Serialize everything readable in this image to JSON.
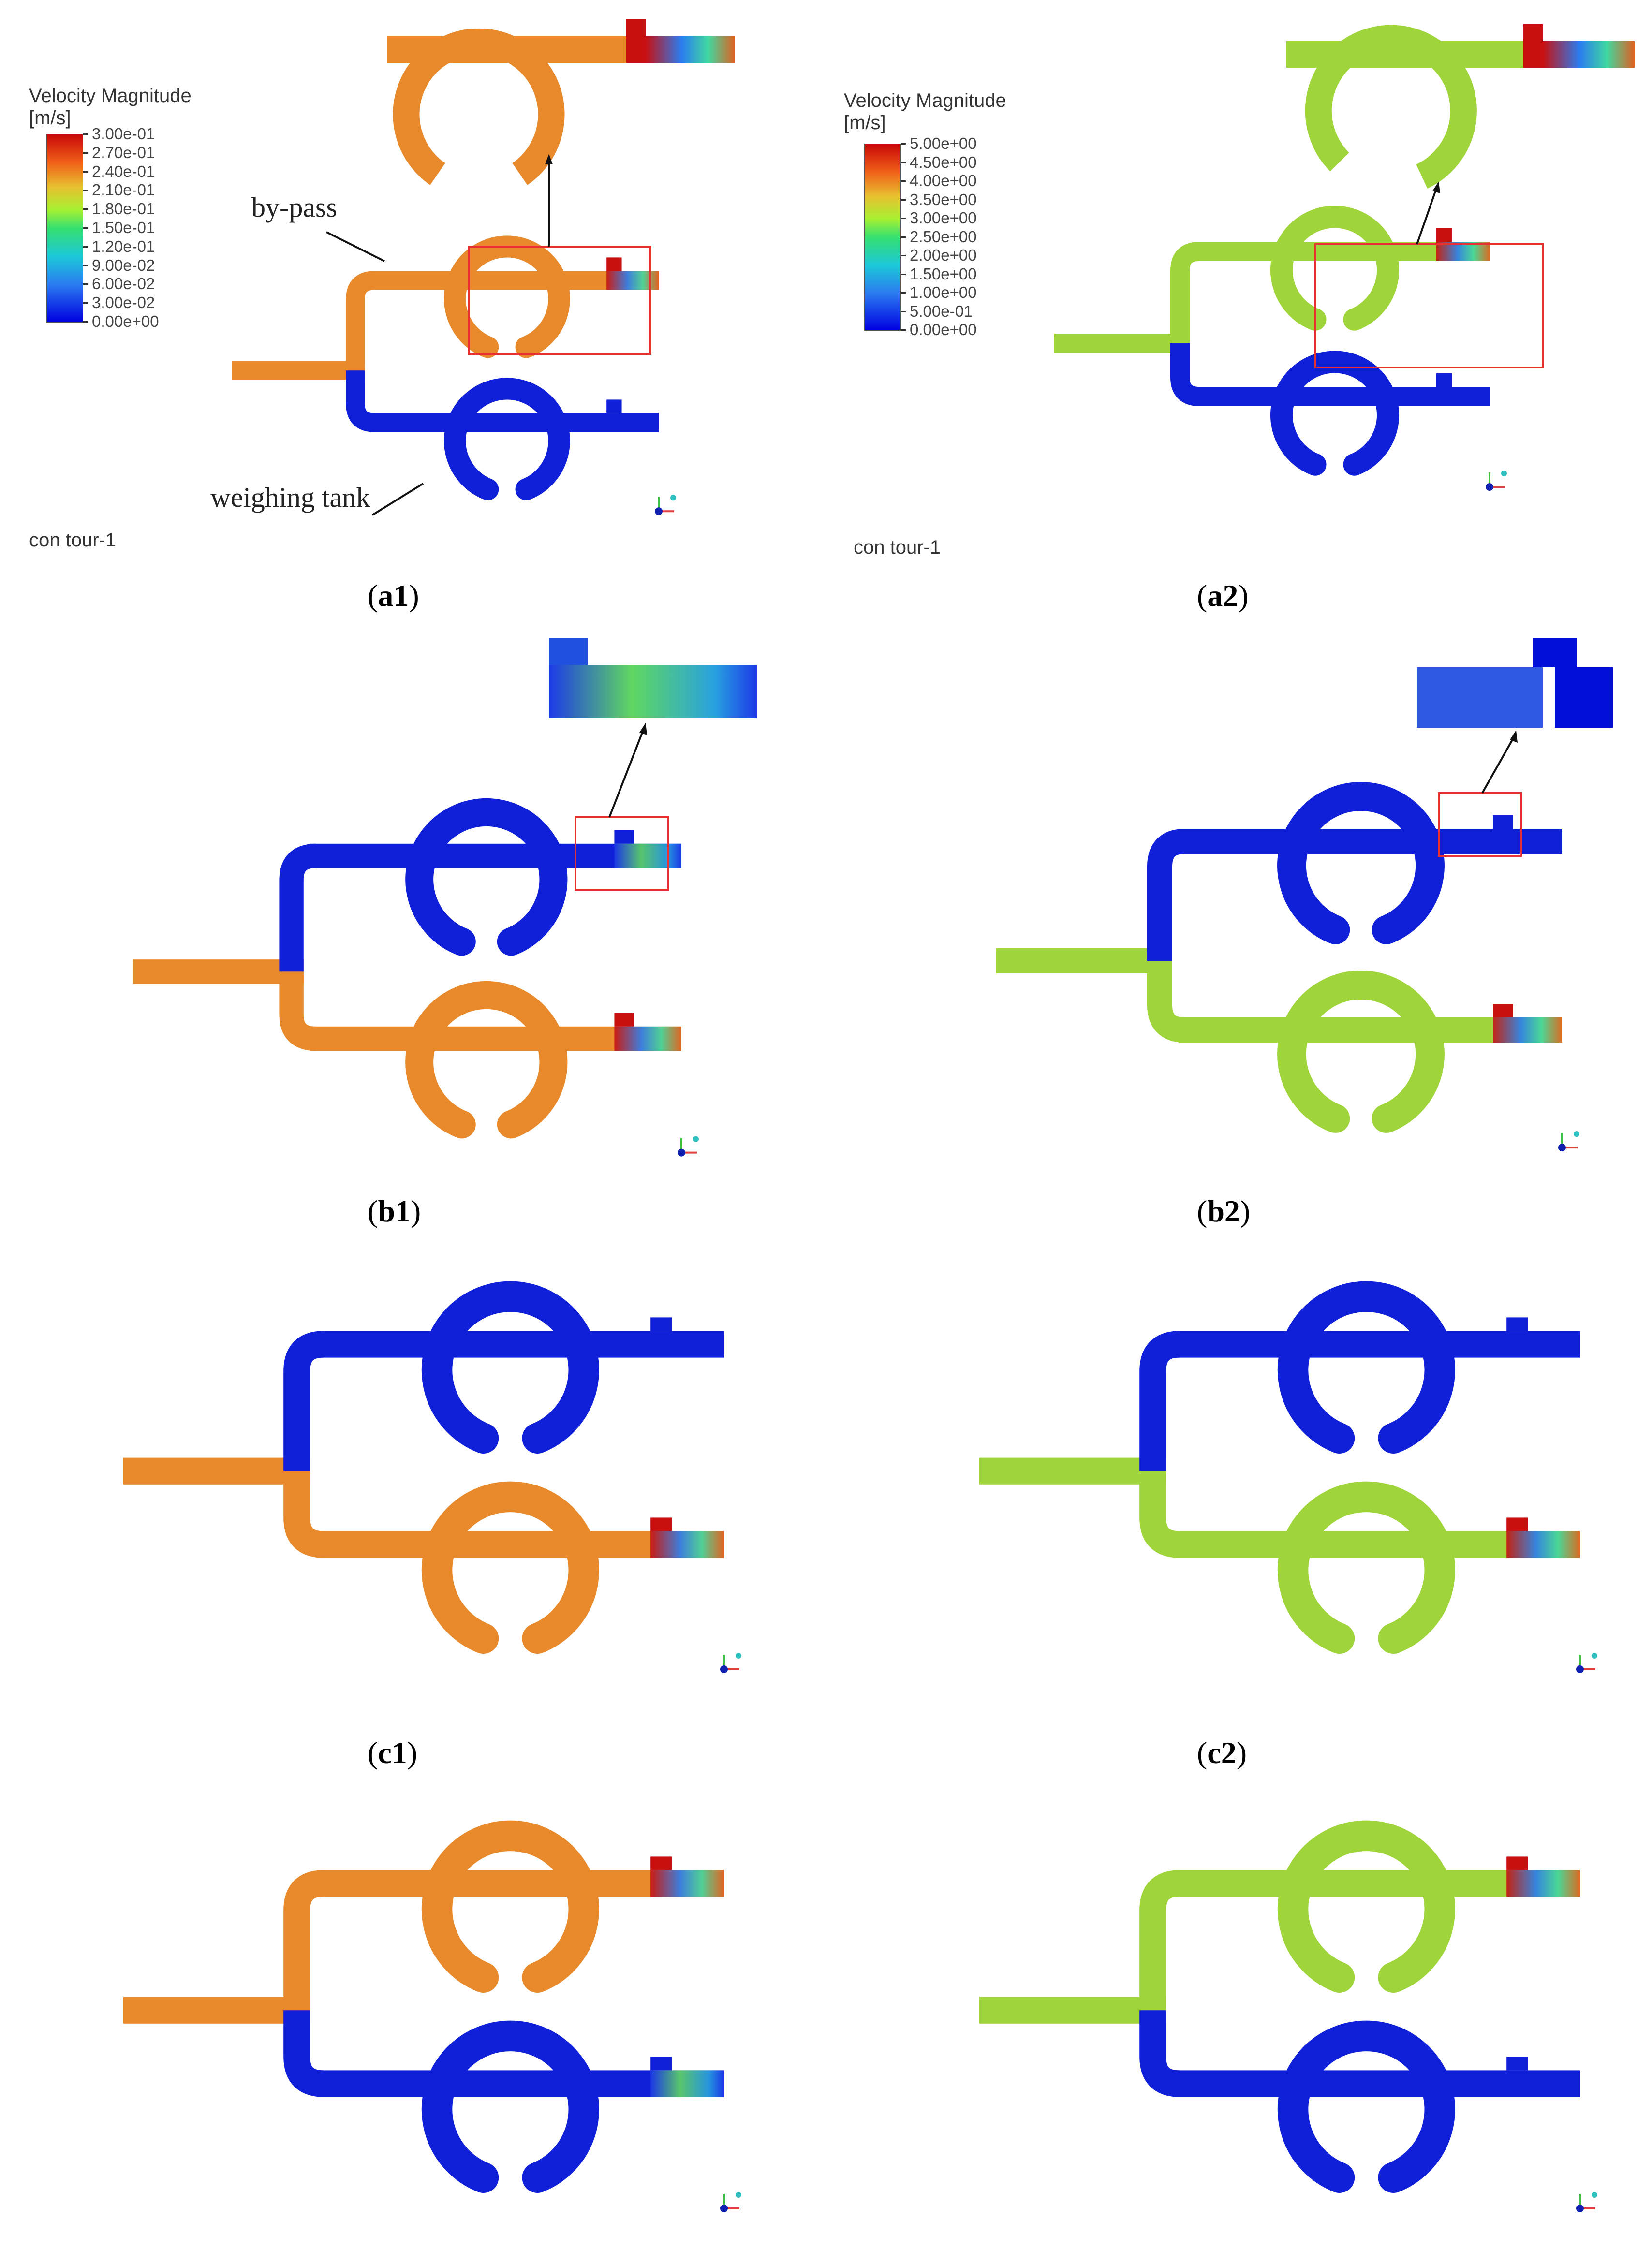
{
  "figure": {
    "annotations": {
      "bypass": "by-pass",
      "weighing_tank": "weighing tank"
    },
    "panels": [
      {
        "id": "a1",
        "label": "a1",
        "scale": "low"
      },
      {
        "id": "a2",
        "label": "a2",
        "scale": "high"
      },
      {
        "id": "b1",
        "label": "b1",
        "scale": "low"
      },
      {
        "id": "b2",
        "label": "b2",
        "scale": "high"
      },
      {
        "id": "c1",
        "label": "c1",
        "scale": "low"
      },
      {
        "id": "c2",
        "label": "c2",
        "scale": "high"
      },
      {
        "id": "d1",
        "label": "",
        "scale": "low"
      },
      {
        "id": "d2",
        "label": "",
        "scale": "high"
      }
    ],
    "colors": {
      "fast_low_scale": "#e8892c",
      "fast_high_scale": "#9fd43a",
      "stagnant": "#1020d8",
      "valve_jet": "#c81010",
      "highlight_box": "#e83030"
    }
  },
  "legends": [
    {
      "title": "Velocity Magnitude",
      "unit": "[m/s]",
      "ticks": [
        "3.00e-01",
        "2.70e-01",
        "2.40e-01",
        "2.10e-01",
        "1.80e-01",
        "1.50e-01",
        "1.20e-01",
        "9.00e-02",
        "6.00e-02",
        "3.00e-02",
        "0.00e+00"
      ],
      "footer": "con tour-1"
    },
    {
      "title": "Velocity Magnitude",
      "unit": "[m/s]",
      "ticks": [
        "5.00e+00",
        "4.50e+00",
        "4.00e+00",
        "3.50e+00",
        "3.00e+00",
        "2.50e+00",
        "2.00e+00",
        "1.50e+00",
        "1.00e+00",
        "5.00e-01",
        "0.00e+00"
      ],
      "footer": "con tour-1"
    }
  ],
  "chart_data": [
    {
      "type": "heatmap",
      "title": "Velocity Magnitude [m/s] — contour-1 (panels a1, b1, c1, d1)",
      "colorbar": {
        "min": 0.0,
        "max": 0.3,
        "step": 0.03,
        "ticks": [
          0.3,
          0.27,
          0.24,
          0.21,
          0.18,
          0.15,
          0.12,
          0.09,
          0.06,
          0.03,
          0.0
        ],
        "colormap": "rainbow (blue→cyan→green→yellow→orange→red)"
      },
      "panels": {
        "a1": {
          "flow_path": "by-pass",
          "bypass_velocity_approx": 0.22,
          "weighing_tank_velocity_approx": 0.0,
          "valve_jet_max": 0.3
        },
        "b1": {
          "flow_path": "lower branch",
          "upper_velocity_approx": 0.02,
          "lower_velocity_approx": 0.22,
          "inset": "upper valve region, peak ≈ 0.15"
        },
        "c1": {
          "flow_path": "lower branch",
          "upper_velocity_approx": 0.0,
          "lower_velocity_approx": 0.22
        },
        "d1": {
          "flow_path": "upper branch",
          "upper_velocity_approx": 0.22,
          "lower_velocity_approx": 0.03
        }
      }
    },
    {
      "type": "heatmap",
      "title": "Velocity Magnitude [m/s] — contour-1 (panels a2, b2, c2, d2)",
      "colorbar": {
        "min": 0.0,
        "max": 5.0,
        "step": 0.5,
        "ticks": [
          5.0,
          4.5,
          4.0,
          3.5,
          3.0,
          2.5,
          2.0,
          1.5,
          1.0,
          0.5,
          0.0
        ],
        "colormap": "rainbow (blue→cyan→green→yellow→orange→red)"
      },
      "panels": {
        "a2": {
          "flow_path": "by-pass",
          "bypass_velocity_approx": 2.6,
          "weighing_tank_velocity_approx": 0.0,
          "valve_jet_max": 5.0
        },
        "b2": {
          "flow_path": "lower branch",
          "upper_velocity_approx": 0.3,
          "lower_velocity_approx": 2.6,
          "inset": "upper valve region, ≈ 0.3–1.0"
        },
        "c2": {
          "flow_path": "lower branch",
          "upper_velocity_approx": 0.0,
          "lower_velocity_approx": 2.6
        },
        "d2": {
          "flow_path": "upper branch",
          "upper_velocity_approx": 2.6,
          "lower_velocity_approx": 0.0
        }
      }
    }
  ]
}
